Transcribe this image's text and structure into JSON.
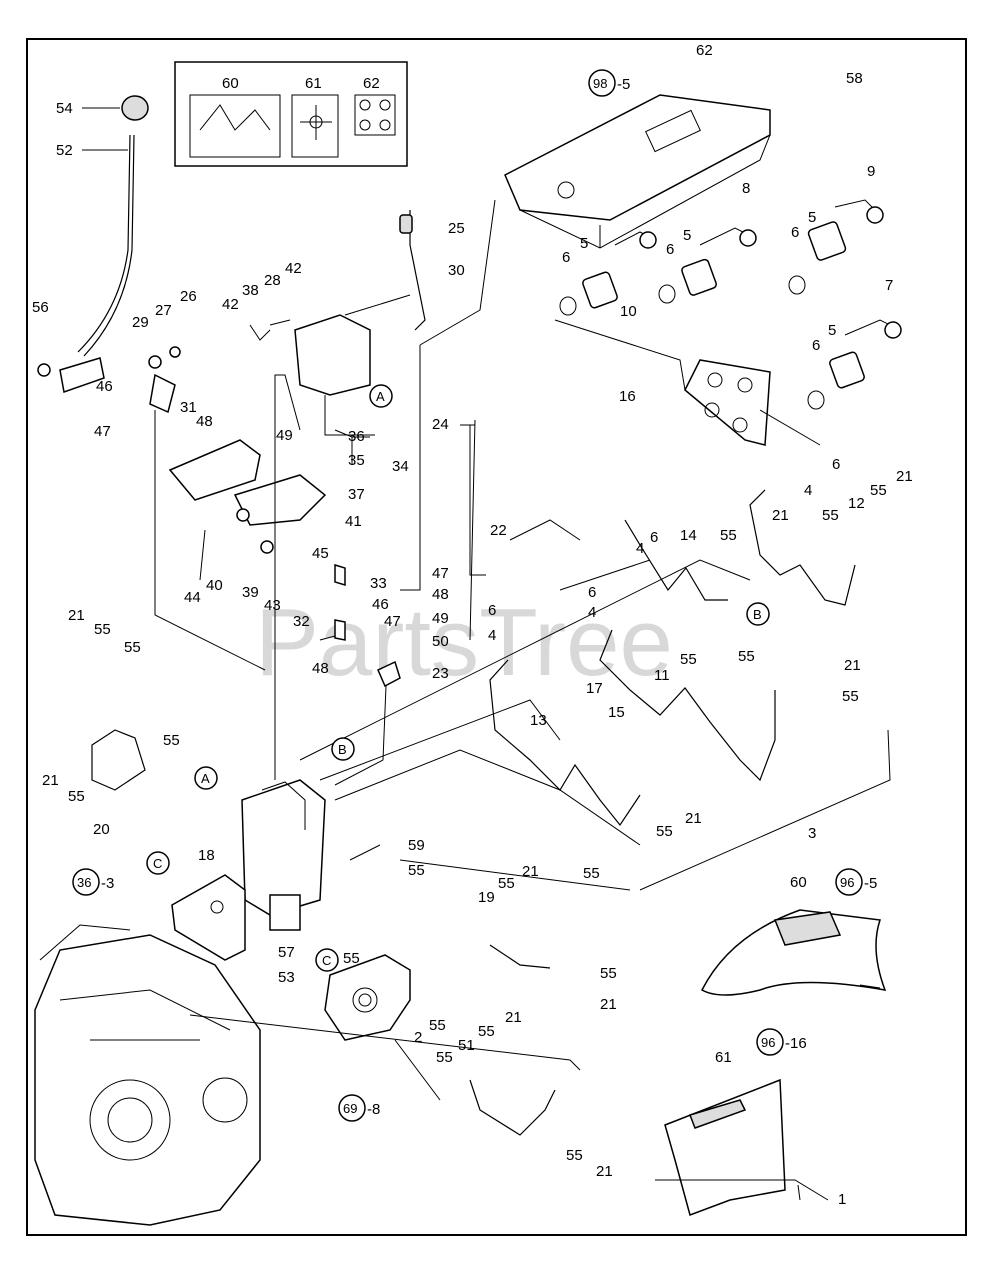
{
  "watermark": "PartsTree",
  "inset": {
    "labels": [
      "60",
      "61",
      "62"
    ]
  },
  "callouts": [
    {
      "id": "c54",
      "text": "54"
    },
    {
      "id": "c52",
      "text": "52"
    },
    {
      "id": "c56",
      "text": "56"
    },
    {
      "id": "c46a",
      "text": "46"
    },
    {
      "id": "c47a",
      "text": "47"
    },
    {
      "id": "c31",
      "text": "31"
    },
    {
      "id": "c48a",
      "text": "48"
    },
    {
      "id": "c29",
      "text": "29"
    },
    {
      "id": "c27",
      "text": "27"
    },
    {
      "id": "c26",
      "text": "26"
    },
    {
      "id": "c42a",
      "text": "42"
    },
    {
      "id": "c38",
      "text": "38"
    },
    {
      "id": "c28",
      "text": "28"
    },
    {
      "id": "c42b",
      "text": "42"
    },
    {
      "id": "c25",
      "text": "25"
    },
    {
      "id": "c30",
      "text": "30"
    },
    {
      "id": "c49a",
      "text": "49"
    },
    {
      "id": "c36",
      "text": "36"
    },
    {
      "id": "c35",
      "text": "35"
    },
    {
      "id": "c34",
      "text": "34"
    },
    {
      "id": "c37",
      "text": "37"
    },
    {
      "id": "c24",
      "text": "24"
    },
    {
      "id": "c22",
      "text": "22"
    },
    {
      "id": "c41",
      "text": "41"
    },
    {
      "id": "c45",
      "text": "45"
    },
    {
      "id": "c33",
      "text": "33"
    },
    {
      "id": "c44",
      "text": "44"
    },
    {
      "id": "c40",
      "text": "40"
    },
    {
      "id": "c39",
      "text": "39"
    },
    {
      "id": "c43",
      "text": "43"
    },
    {
      "id": "c46b",
      "text": "46"
    },
    {
      "id": "c32",
      "text": "32"
    },
    {
      "id": "c47b",
      "text": "47"
    },
    {
      "id": "c48b",
      "text": "48"
    },
    {
      "id": "c47c",
      "text": "47"
    },
    {
      "id": "c48c",
      "text": "48"
    },
    {
      "id": "c49b",
      "text": "49"
    },
    {
      "id": "c50",
      "text": "50"
    },
    {
      "id": "c23",
      "text": "23"
    },
    {
      "id": "c62a",
      "text": "62"
    },
    {
      "id": "c58",
      "text": "58"
    },
    {
      "id": "c8",
      "text": "8"
    },
    {
      "id": "c9",
      "text": "9"
    },
    {
      "id": "c5a",
      "text": "5"
    },
    {
      "id": "c5b",
      "text": "5"
    },
    {
      "id": "c5c",
      "text": "5"
    },
    {
      "id": "c6a",
      "text": "6"
    },
    {
      "id": "c6b",
      "text": "6"
    },
    {
      "id": "c6c",
      "text": "6"
    },
    {
      "id": "c10",
      "text": "10"
    },
    {
      "id": "c7",
      "text": "7"
    },
    {
      "id": "c5d",
      "text": "5"
    },
    {
      "id": "c6d",
      "text": "6"
    },
    {
      "id": "c16",
      "text": "16"
    },
    {
      "id": "c6e",
      "text": "6"
    },
    {
      "id": "c4a",
      "text": "4"
    },
    {
      "id": "c21a",
      "text": "21"
    },
    {
      "id": "c55a",
      "text": "55"
    },
    {
      "id": "c12",
      "text": "12"
    },
    {
      "id": "c4b",
      "text": "4"
    },
    {
      "id": "c6f",
      "text": "6"
    },
    {
      "id": "c14",
      "text": "14"
    },
    {
      "id": "c55b",
      "text": "55"
    },
    {
      "id": "c21b",
      "text": "21"
    },
    {
      "id": "c55c",
      "text": "55"
    },
    {
      "id": "c6g",
      "text": "6"
    },
    {
      "id": "c4c",
      "text": "4"
    },
    {
      "id": "c6h",
      "text": "6"
    },
    {
      "id": "c4d",
      "text": "4"
    },
    {
      "id": "c55d",
      "text": "55"
    },
    {
      "id": "c11",
      "text": "11"
    },
    {
      "id": "c55e",
      "text": "55"
    },
    {
      "id": "c21c",
      "text": "21"
    },
    {
      "id": "c55f",
      "text": "55"
    },
    {
      "id": "c17",
      "text": "17"
    },
    {
      "id": "c15",
      "text": "15"
    },
    {
      "id": "c13",
      "text": "13"
    },
    {
      "id": "c55g",
      "text": "55"
    },
    {
      "id": "c21d",
      "text": "21"
    },
    {
      "id": "c3",
      "text": "3"
    },
    {
      "id": "c55h",
      "text": "55"
    },
    {
      "id": "c21e",
      "text": "21"
    },
    {
      "id": "c55i",
      "text": "55"
    },
    {
      "id": "c55j",
      "text": "55"
    },
    {
      "id": "c21f",
      "text": "21"
    },
    {
      "id": "c55k",
      "text": "55"
    },
    {
      "id": "c55l",
      "text": "55"
    },
    {
      "id": "c20",
      "text": "20"
    },
    {
      "id": "c18",
      "text": "18"
    },
    {
      "id": "c59",
      "text": "59"
    },
    {
      "id": "c55m",
      "text": "55"
    },
    {
      "id": "c55n",
      "text": "55"
    },
    {
      "id": "c57",
      "text": "57"
    },
    {
      "id": "c53",
      "text": "53"
    },
    {
      "id": "c19",
      "text": "19"
    },
    {
      "id": "c55o",
      "text": "55"
    },
    {
      "id": "c21g",
      "text": "21"
    },
    {
      "id": "c55p",
      "text": "55"
    },
    {
      "id": "c21h",
      "text": "21"
    },
    {
      "id": "c2",
      "text": "2"
    },
    {
      "id": "c55q",
      "text": "55"
    },
    {
      "id": "c51",
      "text": "51"
    },
    {
      "id": "c55r",
      "text": "55"
    },
    {
      "id": "c21i",
      "text": "21"
    },
    {
      "id": "c55s",
      "text": "55"
    },
    {
      "id": "c55t",
      "text": "55"
    },
    {
      "id": "c21j",
      "text": "21"
    },
    {
      "id": "c60",
      "text": "60"
    },
    {
      "id": "c61",
      "text": "61"
    },
    {
      "id": "c1",
      "text": "1"
    }
  ],
  "references": [
    {
      "id": "r98",
      "num": "98",
      "suffix": "-5"
    },
    {
      "id": "r36",
      "num": "36",
      "suffix": "-3"
    },
    {
      "id": "r69",
      "num": "69",
      "suffix": "-8"
    },
    {
      "id": "r96a",
      "num": "96",
      "suffix": "-5"
    },
    {
      "id": "r96b",
      "num": "96",
      "suffix": "-16"
    }
  ],
  "markers": [
    {
      "id": "mA1",
      "text": "A"
    },
    {
      "id": "mA2",
      "text": "A"
    },
    {
      "id": "mB1",
      "text": "B"
    },
    {
      "id": "mB2",
      "text": "B"
    },
    {
      "id": "mC1",
      "text": "C"
    },
    {
      "id": "mC2",
      "text": "C"
    }
  ]
}
